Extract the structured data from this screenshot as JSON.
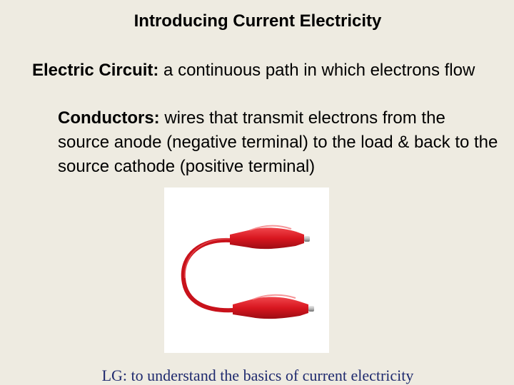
{
  "slide": {
    "title": "Introducing Current Electricity"
  },
  "definition1": {
    "term": "Electric Circuit:",
    "text": " a continuous path in which electrons flow"
  },
  "definition2": {
    "term": "Conductors:",
    "text": " wires that transmit electrons from the source anode (negative terminal) to the load & back to the source cathode (positive terminal)"
  },
  "image": {
    "subject": "red-alligator-clip-test-lead",
    "colors": {
      "clip": "#d8161f",
      "metal": "#b9b9b9"
    }
  },
  "learning_goal": {
    "label": "LG:",
    "text": " to understand the basics of current electricity"
  }
}
